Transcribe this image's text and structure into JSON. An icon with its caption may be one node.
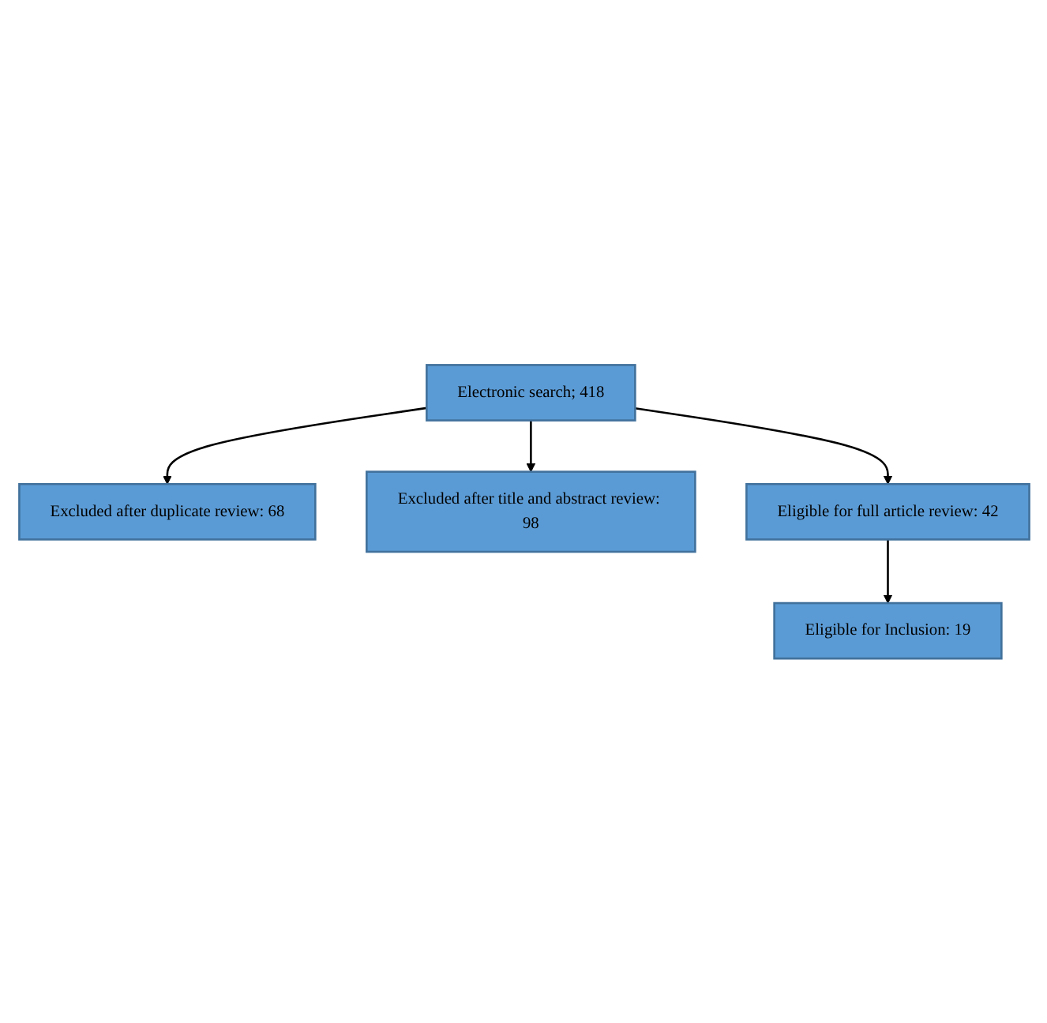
{
  "diagram": {
    "nodes": [
      {
        "text": [
          "Electronic search; 418"
        ]
      },
      {
        "text": [
          "Excluded after duplicate review: 68"
        ]
      },
      {
        "text": [
          "Excluded after title and abstract review: 98"
        ]
      },
      {
        "text": [
          "Eligible for full article review: 42"
        ]
      },
      {
        "text": [
          "Eligible for Inclusion: 19"
        ]
      }
    ],
    "edges": [
      {
        "from": 0,
        "to": 1,
        "arrow": "to"
      },
      {
        "from": 0,
        "to": 2,
        "arrow": "to"
      },
      {
        "from": 0,
        "to": 3,
        "arrow": "to"
      },
      {
        "from": 3,
        "to": 4,
        "arrow": "to"
      }
    ]
  }
}
